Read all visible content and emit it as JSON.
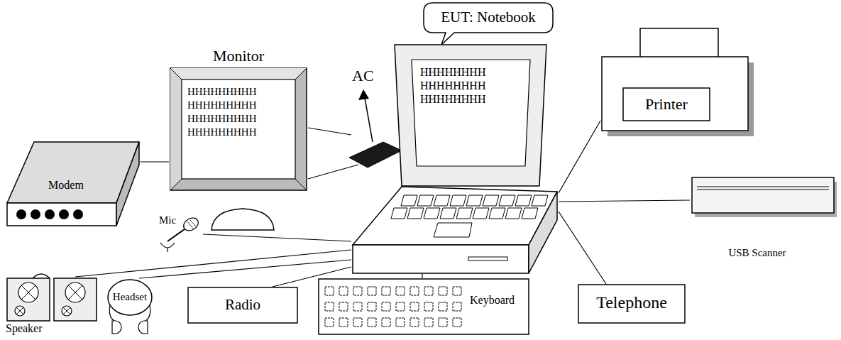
{
  "diagram": {
    "nodes": [
      {
        "text": [
          "EUT: Notebook"
        ]
      },
      {
        "text": [
          "HHHHHHHH HHHHHHHH HHHHHHHH"
        ]
      },
      {
        "text": [
          "Monitor",
          "HHHHHHHHH HHHHHHHHH HHHHHHHHH HHHHHHHHH"
        ]
      },
      {
        "text": [
          "Modem"
        ]
      },
      {
        "text": [
          "Printer"
        ]
      },
      {
        "text": [
          "USB Scanner"
        ]
      },
      {
        "text": [
          "Telephone"
        ]
      },
      {
        "text": [
          "Keyboard"
        ]
      },
      {
        "text": [
          "Radio"
        ]
      },
      {
        "text": [
          "Headset"
        ]
      },
      {
        "text": [
          "Speaker"
        ]
      },
      {
        "text": [
          "Mic"
        ]
      }
    ],
    "edges": [
      {
        "from": 3,
        "to": 2,
        "arrow": "none"
      },
      {
        "from": 2,
        "to": 1,
        "arrow": "none"
      },
      {
        "from": 1,
        "to": 4,
        "arrow": "none"
      },
      {
        "from": 1,
        "to": 5,
        "arrow": "none"
      },
      {
        "from": 1,
        "to": 6,
        "arrow": "none"
      },
      {
        "from": 1,
        "to": 7,
        "arrow": "none"
      },
      {
        "from": 1,
        "to": 8,
        "arrow": "none"
      },
      {
        "from": 1,
        "to": 9,
        "arrow": "none"
      },
      {
        "from": 1,
        "to": 10,
        "arrow": "none"
      },
      {
        "from": 1,
        "to": 11,
        "arrow": "none"
      }
    ],
    "labels": [
      "AC"
    ]
  }
}
